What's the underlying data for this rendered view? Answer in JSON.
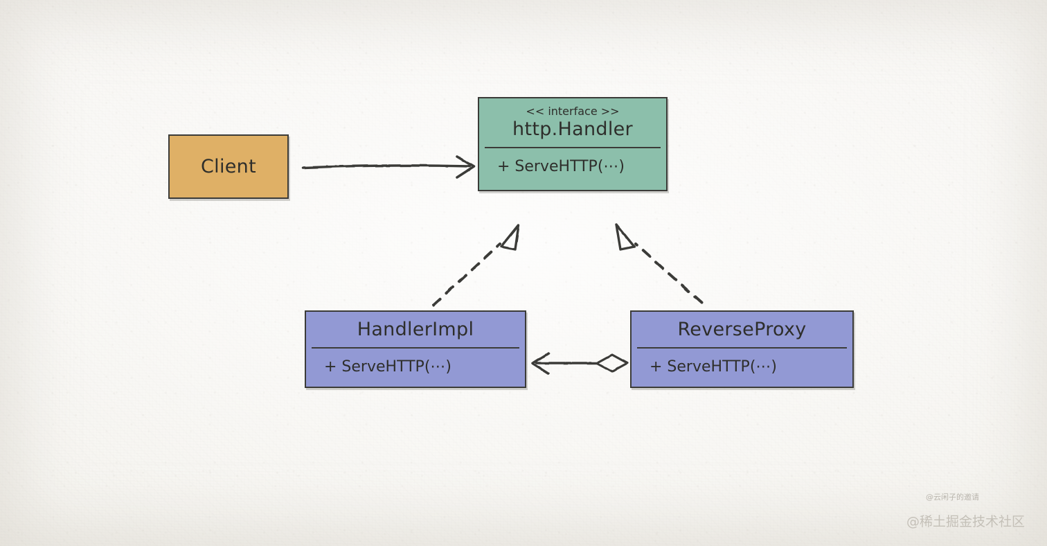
{
  "diagram": {
    "type": "uml-class-diagram",
    "style": "hand-drawn sketch on paper texture",
    "background_color": "#f4f2ee",
    "stroke_color": "#3b3b38",
    "nodes": [
      {
        "id": "client",
        "name": "Client",
        "title": "Client",
        "kind": "class",
        "fill": "#dfb066",
        "stereotype": "",
        "members": []
      },
      {
        "id": "http-handler",
        "name": "http.Handler",
        "title": "http.Handler",
        "kind": "interface",
        "fill": "#8cbfab",
        "stereotype": "<< interface >>",
        "members": [
          "+ ServeHTTP(⋯)"
        ]
      },
      {
        "id": "handler-impl",
        "name": "HandlerImpl",
        "title": "HandlerImpl",
        "kind": "class",
        "fill": "#9299d4",
        "stereotype": "",
        "members": [
          "+ ServeHTTP(⋯)"
        ]
      },
      {
        "id": "reverse-proxy",
        "name": "ReverseProxy",
        "title": "ReverseProxy",
        "kind": "class",
        "fill": "#9299d4",
        "stereotype": "",
        "members": [
          "+ ServeHTTP(⋯)"
        ]
      }
    ],
    "edges": [
      {
        "id": "client-uses-handler",
        "from": "client",
        "to": "http-handler",
        "line": "solid",
        "arrow": "open-arrow",
        "label": ""
      },
      {
        "id": "handlerimpl-implements",
        "from": "handler-impl",
        "to": "http-handler",
        "line": "dashed",
        "arrow": "hollow-triangle",
        "label": ""
      },
      {
        "id": "reverseproxy-implements",
        "from": "reverse-proxy",
        "to": "http-handler",
        "line": "dashed",
        "arrow": "hollow-triangle",
        "label": ""
      },
      {
        "id": "reverseproxy-aggregates-handlerimpl",
        "from": "reverse-proxy",
        "to": "handler-impl",
        "line": "solid",
        "arrow": "open-arrow",
        "source_decoration": "hollow-diamond",
        "label": ""
      }
    ]
  },
  "watermarks": {
    "author": "@云闲子的邀请",
    "site": "@稀土掘金技术社区"
  }
}
